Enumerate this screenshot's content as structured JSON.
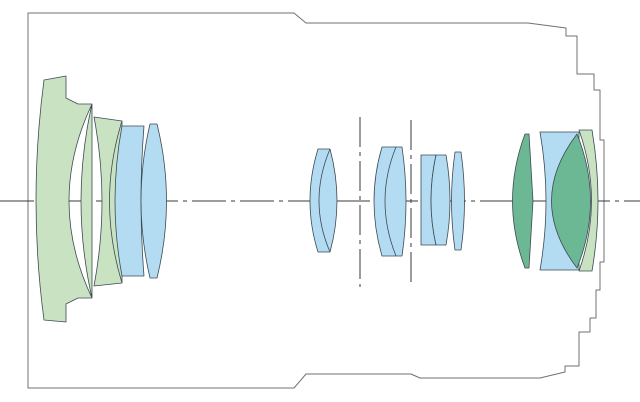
{
  "colors": {
    "background": "#ffffff",
    "housing_outline": "#6e7276",
    "axis_line": "#3a3a3a",
    "lens_edge": "#3c4a54",
    "light_green_element": "#c9e3c2",
    "light_blue_element": "#b3dcf2",
    "dark_green_element": "#6cb895"
  },
  "elements": {
    "optical_axis": "dash-dot",
    "aperture_stops": 2,
    "lens_groups": [
      {
        "name": "front",
        "element_colors": [
          "light-green",
          "light-green",
          "light-blue",
          "light-blue"
        ]
      },
      {
        "name": "middle",
        "element_colors": [
          "light-blue",
          "light-blue"
        ]
      },
      {
        "name": "focus",
        "element_colors": [
          "light-blue",
          "light-blue",
          "light-blue"
        ]
      },
      {
        "name": "rear",
        "element_colors": [
          "dark-green",
          "light-blue",
          "dark-green",
          "light-green"
        ]
      }
    ]
  }
}
